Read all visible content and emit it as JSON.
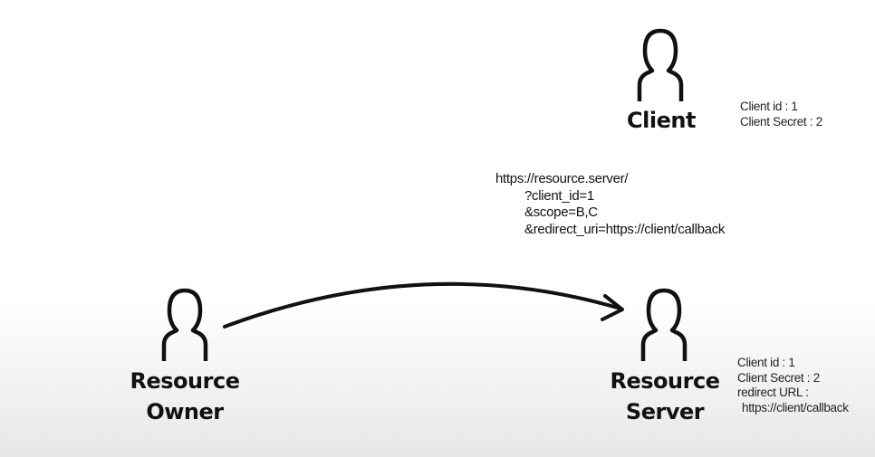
{
  "actors": {
    "client": {
      "icon": "person-icon",
      "label": "Client"
    },
    "resource_owner": {
      "icon": "person-icon",
      "label_line1": "Resource",
      "label_line2": "Owner"
    },
    "resource_server": {
      "icon": "person-icon",
      "label_line1": "Resource",
      "label_line2": "Server"
    }
  },
  "client_info": {
    "line1": "Client id : 1",
    "line2": "Client Secret : 2"
  },
  "server_info": {
    "line1": "Client id : 1",
    "line2": "Client Secret : 2",
    "line3": "redirect URL :",
    "line4": "https://client/callback"
  },
  "authorization_url": {
    "base": "https://resource.server/",
    "client_id_param": "?client_id=1",
    "scope_param": "&scope=B,C",
    "redirect_param": "&redirect_uri=https://client/callback"
  },
  "arrow": {
    "from": "resource_owner",
    "to": "resource_server",
    "color": "#111111"
  }
}
